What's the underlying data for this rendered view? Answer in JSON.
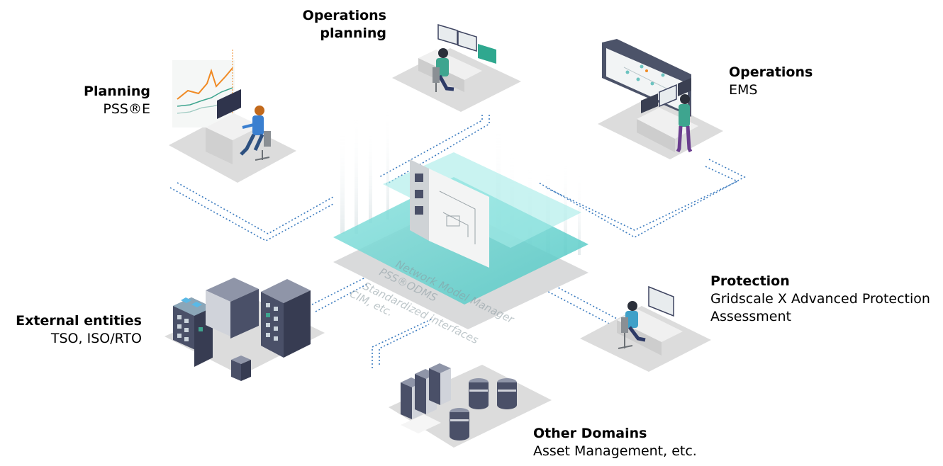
{
  "nodes": {
    "planning": {
      "title": "Planning",
      "subtitle": "PSS®E"
    },
    "operations_planning": {
      "title_line1": "Operations",
      "title_line2": "planning"
    },
    "operations": {
      "title": "Operations",
      "subtitle": "EMS"
    },
    "protection": {
      "title": "Protection",
      "subtitle_line1": "Gridscale X Advanced Protection",
      "subtitle_line2": "Assessment"
    },
    "external": {
      "title": "External entities",
      "subtitle": "TSO, ISO/RTO"
    },
    "other": {
      "title": "Other Domains",
      "subtitle": "Asset Management, etc."
    }
  },
  "hub": {
    "layer1": "Network Model Manager",
    "layer2": "PSS®ODMS",
    "layer3": "Standardized interfaces",
    "layer4": "CIM, etc."
  },
  "colors": {
    "floor": "#dcdcdc",
    "hub_teal": "#5fd0cc",
    "connector": "#3b7bbf",
    "dark_navy": "#3e4460",
    "figure_green": "#3ea58f",
    "plot_orange": "#f08a24"
  }
}
